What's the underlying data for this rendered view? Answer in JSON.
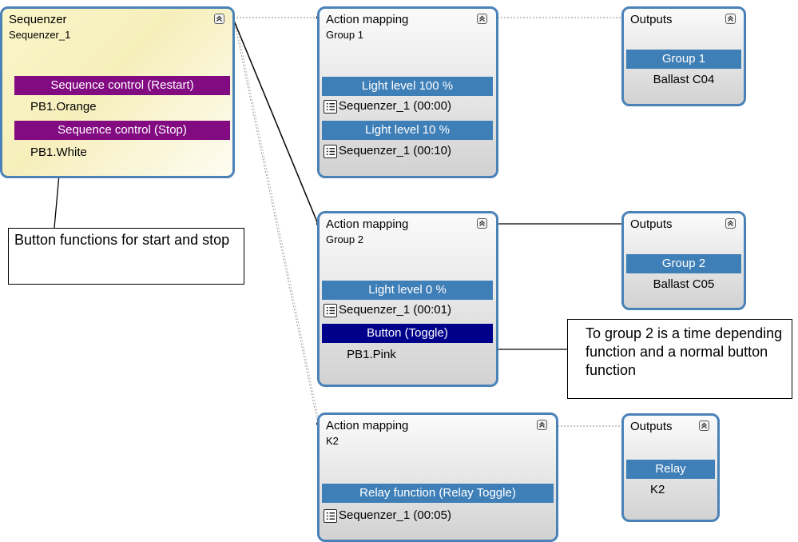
{
  "sequencer": {
    "title": "Sequenzer",
    "subtitle": "Sequenzer_1",
    "rows": [
      {
        "text": "Sequence control (Restart)",
        "style": "purple"
      },
      {
        "text": "PB1.Orange",
        "style": "plain"
      },
      {
        "text": "Sequence control (Stop)",
        "style": "purple"
      },
      {
        "text": "PB1.White",
        "style": "plain"
      }
    ]
  },
  "action_mappings": [
    {
      "title": "Action mapping",
      "subtitle": "Group 1",
      "rows": [
        {
          "text": "Light level 100 %",
          "style": "blue"
        },
        {
          "text": "Sequenzer_1 (00:00)",
          "style": "icon"
        },
        {
          "text": "Light level 10 %",
          "style": "blue"
        },
        {
          "text": "Sequenzer_1 (00:10)",
          "style": "icon"
        }
      ]
    },
    {
      "title": "Action mapping",
      "subtitle": "Group 2",
      "rows": [
        {
          "text": "Light level 0 %",
          "style": "blue"
        },
        {
          "text": "Sequenzer_1 (00:01)",
          "style": "icon"
        },
        {
          "text": "Button (Toggle)",
          "style": "navy"
        },
        {
          "text": "PB1.Pink",
          "style": "plain"
        }
      ]
    },
    {
      "title": "Action mapping",
      "subtitle": "K2",
      "rows": [
        {
          "text": "Relay function (Relay Toggle)",
          "style": "blue"
        },
        {
          "text": "Sequenzer_1 (00:05)",
          "style": "icon"
        }
      ]
    }
  ],
  "outputs": [
    {
      "title": "Outputs",
      "group": "Group 1",
      "item": "Ballast C04"
    },
    {
      "title": "Outputs",
      "group": "Group 2",
      "item": "Ballast C05"
    },
    {
      "title": "Outputs",
      "group": "Relay",
      "item": "K2"
    }
  ],
  "callouts": {
    "start_stop": "Button functions for start and stop",
    "group2": "To group 2 is a time depending function and a normal button function"
  },
  "colors": {
    "node_border": "#4a82b8",
    "bar_blue": "#3f7fb8",
    "bar_purple": "#830b82",
    "bar_navy": "#00008b",
    "sequencer_fill": "#f6efbc"
  },
  "icons": {
    "collapse": "double-chevron-up-icon",
    "row_icon": "list-icon"
  }
}
